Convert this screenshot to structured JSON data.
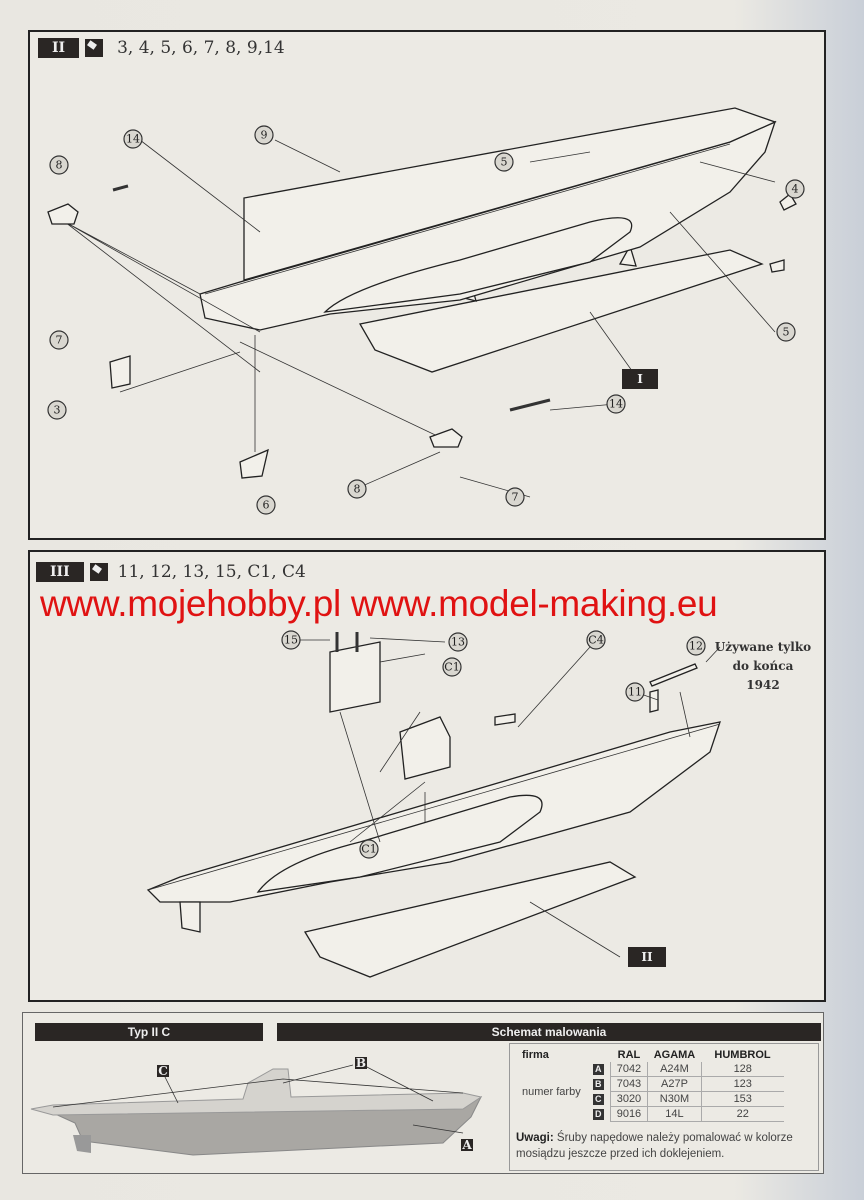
{
  "step2": {
    "number": "II",
    "parts": "3, 4, 5, 6, 7, 8, 9,14",
    "callouts": [
      "9",
      "14",
      "8",
      "7",
      "5",
      "4",
      "5",
      "3",
      "14",
      "6",
      "8",
      "7"
    ],
    "subassembly": "I"
  },
  "step3": {
    "number": "III",
    "parts": "11, 12, 13, 15, C1, C4",
    "callouts": [
      "15",
      "13",
      "C4",
      "12",
      "C1",
      "11",
      "C1"
    ],
    "subassembly": "II",
    "note": [
      "Używane tylko",
      "do końca",
      "1942"
    ]
  },
  "watermark": "www.mojehobby.pl www.model-making.eu",
  "bottom": {
    "profile_title": "Typ II C",
    "scheme_title": "Schemat malowania",
    "profile_labels": [
      "C",
      "B",
      "A"
    ],
    "table": {
      "headers": [
        "firma",
        "RAL",
        "AGAMA",
        "HUMBROL"
      ],
      "row_label": "numer farby",
      "rows": [
        {
          "letter": "A",
          "ral": "7042",
          "agama": "A24M",
          "humbrol": "128"
        },
        {
          "letter": "B",
          "ral": "7043",
          "agama": "A27P",
          "humbrol": "123"
        },
        {
          "letter": "C",
          "ral": "3020",
          "agama": "N30M",
          "humbrol": "153"
        },
        {
          "letter": "D",
          "ral": "9016",
          "agama": "14L",
          "humbrol": "22"
        }
      ]
    },
    "notes_label": "Uwagi:",
    "notes_text": "Śruby napędowe należy pomalować w kolorze mosiądzu jeszcze przed ich doklejeniem."
  },
  "colors": {
    "watermark": "#e01212",
    "dark": "#2a2624",
    "paper": "#eceae4",
    "hull_gray": "#a9a7a3"
  }
}
